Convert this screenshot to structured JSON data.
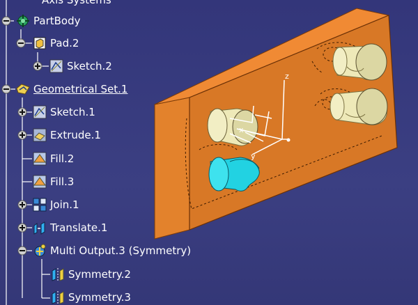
{
  "tree": {
    "top_cut_label": "Axis Systems",
    "items": [
      {
        "label": "PartBody",
        "icon": "partbody-icon"
      },
      {
        "label": "Pad.2",
        "icon": "pad-icon"
      },
      {
        "label": "Sketch.2",
        "icon": "sketch-icon"
      },
      {
        "label": "Geometrical Set.1",
        "icon": "geometrical-set-icon"
      },
      {
        "label": "Sketch.1",
        "icon": "sketch-icon"
      },
      {
        "label": "Extrude.1",
        "icon": "extrude-icon"
      },
      {
        "label": "Fill.2",
        "icon": "fill-icon"
      },
      {
        "label": "Fill.3",
        "icon": "fill-icon"
      },
      {
        "label": "Join.1",
        "icon": "join-icon"
      },
      {
        "label": "Translate.1",
        "icon": "translate-icon"
      },
      {
        "label": "Multi Output.3 (Symmetry)",
        "icon": "multi-output-icon"
      },
      {
        "label": "Symmetry.2",
        "icon": "symmetry-icon"
      },
      {
        "label": "Symmetry.3",
        "icon": "symmetry-icon"
      }
    ]
  },
  "viewport": {
    "background_color": "#383b7e",
    "plate_color": "#e07e2a",
    "selected_surface_color": "#20d0e0",
    "boss_color": "#e8e3b0",
    "axis": {
      "x_label": "x",
      "y_label": "y",
      "z_label": "z"
    }
  }
}
